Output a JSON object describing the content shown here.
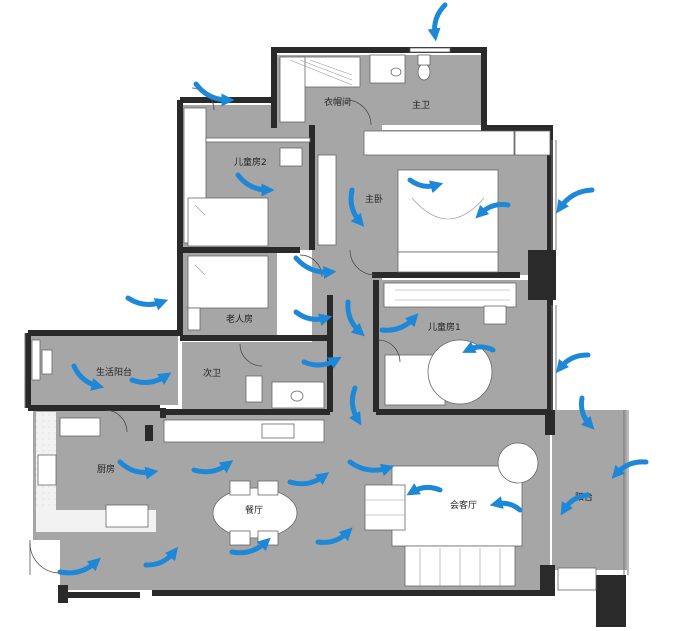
{
  "rooms": {
    "cloakroom": "衣帽间",
    "master_bath": "主卫",
    "kids_room_2": "儿童房2",
    "master_bedroom": "主卧",
    "elder_room": "老人房",
    "kids_room_1": "儿童房1",
    "service_balcony": "生活阳台",
    "second_bath": "次卫",
    "kitchen": "厨房",
    "dining": "餐厅",
    "living": "会客厅",
    "balcony": "阳台"
  },
  "colors": {
    "floor": "#a6a6a6",
    "wall": "#2a2a2a",
    "furniture": "#ffffff",
    "arrow": "#1e88d8",
    "balcony_floor": "#a6a6a6"
  },
  "arrows": {
    "icon": "airflow-arrow-icon",
    "count": 31
  }
}
